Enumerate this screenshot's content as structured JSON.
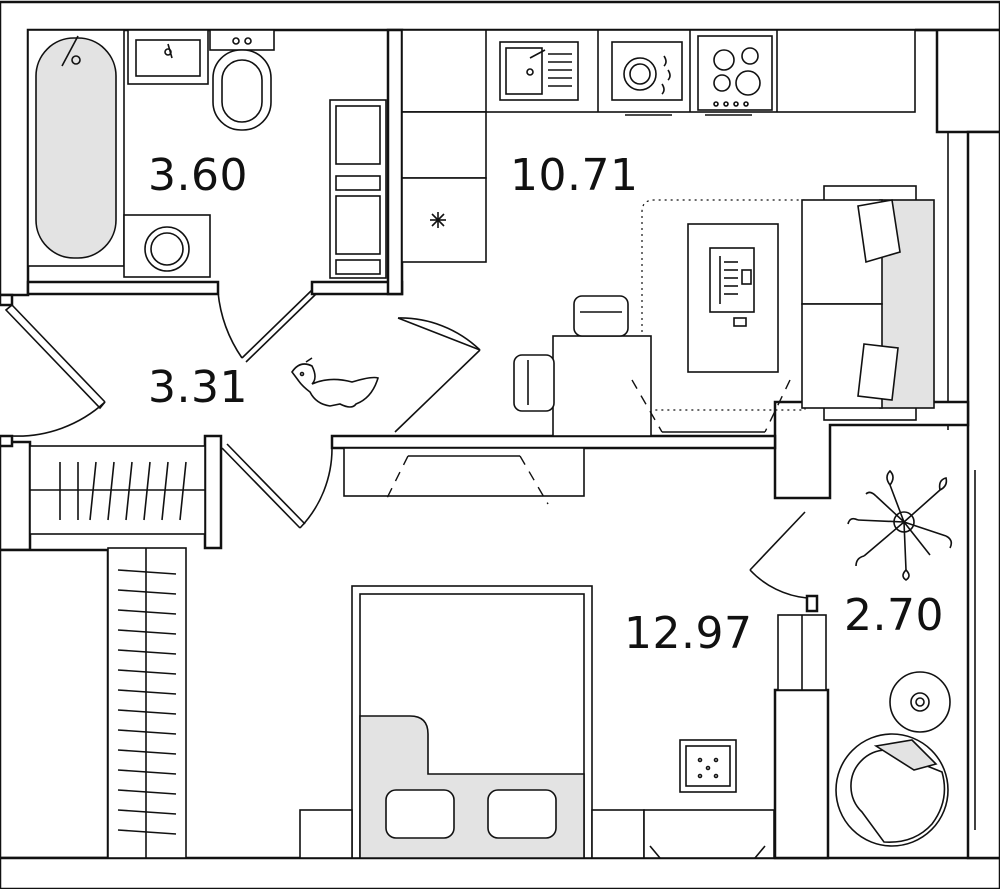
{
  "rooms": [
    {
      "id": "bathroom",
      "area": "3.60"
    },
    {
      "id": "kitchen-living",
      "area": "10.71"
    },
    {
      "id": "hallway",
      "area": "3.31"
    },
    {
      "id": "bedroom",
      "area": "12.97"
    },
    {
      "id": "balcony",
      "area": "2.70"
    }
  ],
  "colors": {
    "wall": "#111111",
    "fill_gray": "#e3e3e3",
    "background": "#ffffff"
  }
}
